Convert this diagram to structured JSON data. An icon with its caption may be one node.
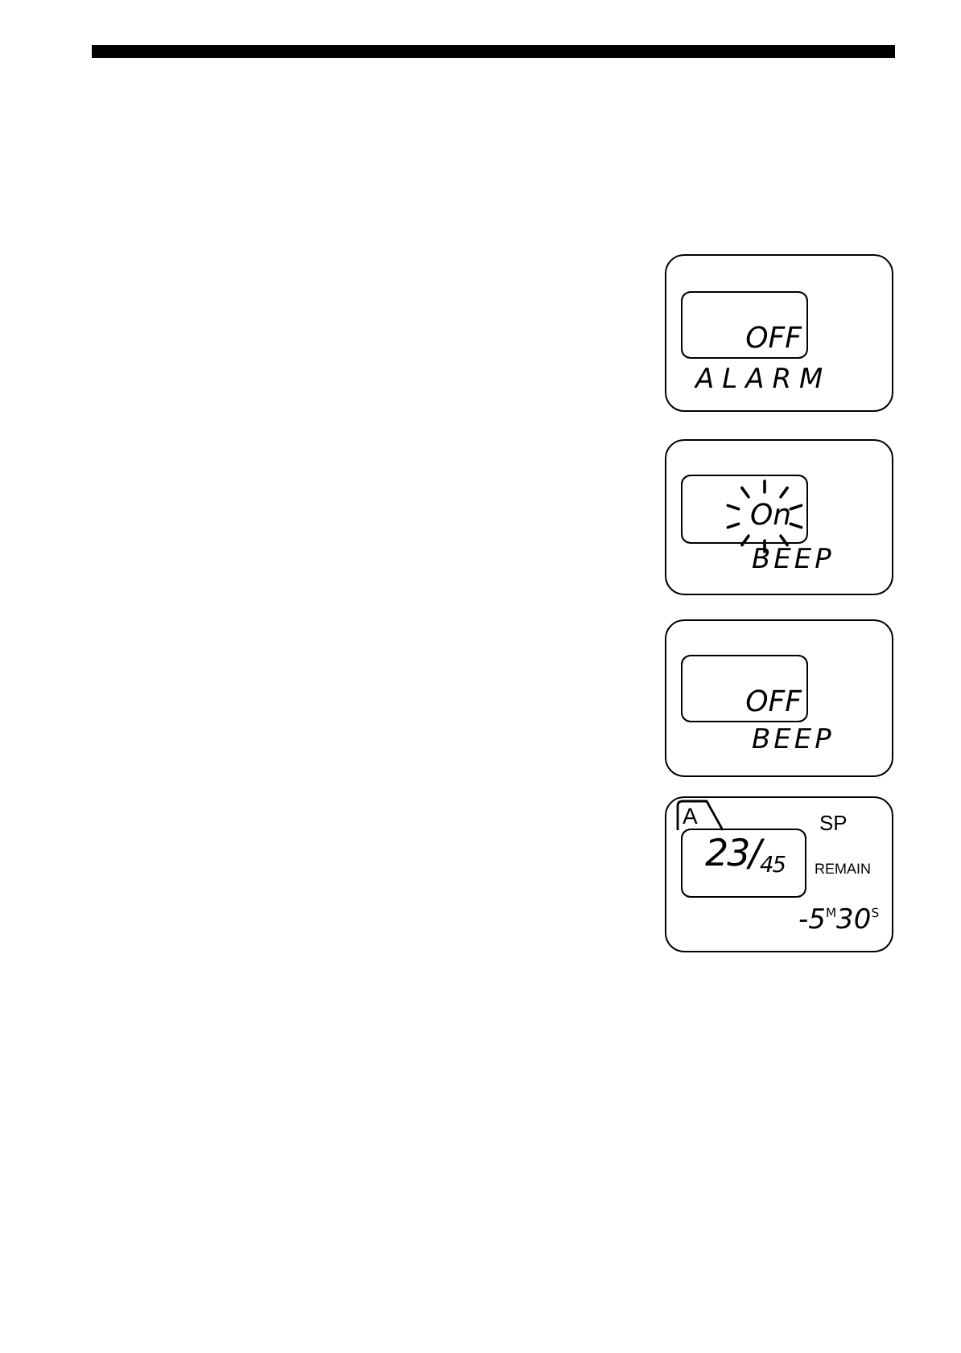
{
  "diagram": {
    "nodes": [
      {
        "text": [
          "ALARM"
        ]
      },
      {
        "text": [
          "OFF"
        ],
        "in": 0
      },
      {
        "text": [
          "BEEP"
        ]
      },
      {
        "text": [
          "On"
        ],
        "in": 2
      },
      {
        "text": [
          "BEEP"
        ]
      },
      {
        "text": [
          "OFF"
        ],
        "in": 4
      },
      {
        "text": [
          "SP",
          "REMAIN",
          "-5$^{M}$30$^{S}$"
        ]
      },
      {
        "text": [
          "A"
        ],
        "in": 6
      },
      {
        "text": [
          "23/$_{45}$"
        ],
        "in": 6
      }
    ]
  }
}
